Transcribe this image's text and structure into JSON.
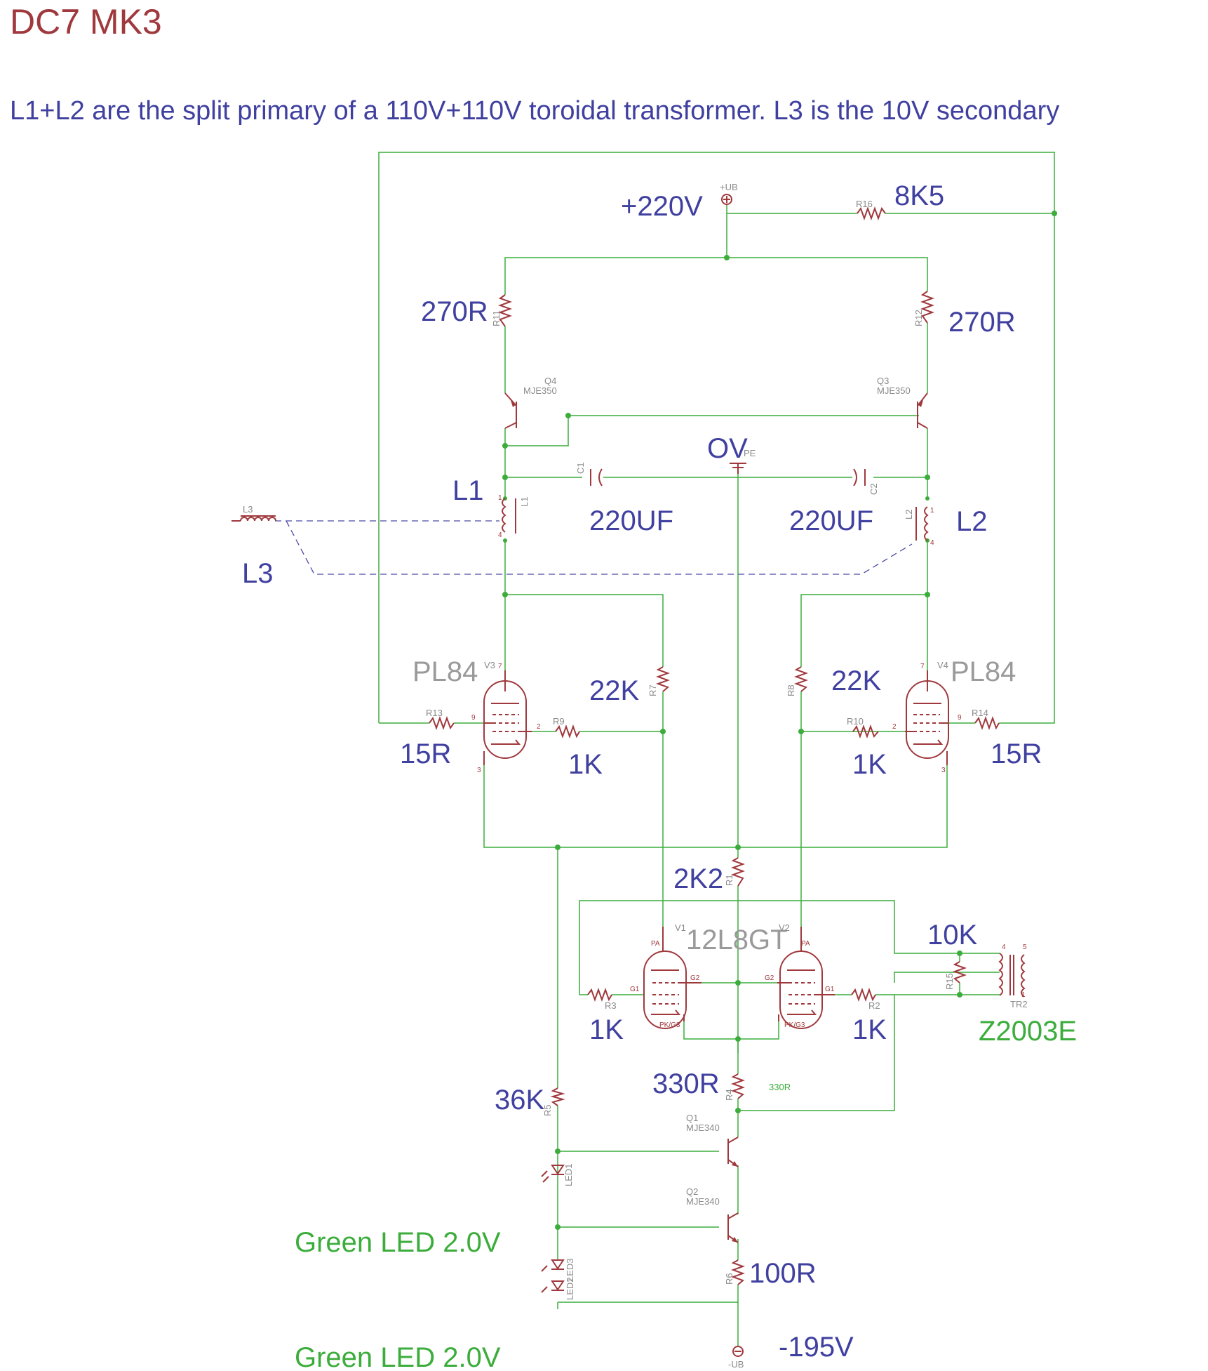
{
  "title": "DC7 MK3",
  "note": "L1+L2 are the split primary of a 110V+110V toroidal transformer. L3 is the 10V secondary",
  "supply": {
    "positive_label": "+220V",
    "positive_ref": "+UB",
    "ground_label": "OV",
    "ground_ref": "PE",
    "negative_label": "-195V",
    "negative_ref": "-UB"
  },
  "resistors": {
    "r16": {
      "ref": "R16",
      "value": "8K5"
    },
    "r11": {
      "ref": "R11",
      "value": "270R"
    },
    "r12": {
      "ref": "R12",
      "value": "270R"
    },
    "r7": {
      "ref": "R7",
      "value": "22K"
    },
    "r8": {
      "ref": "R8",
      "value": "22K"
    },
    "r13": {
      "ref": "R13",
      "value": "15R"
    },
    "r14": {
      "ref": "R14",
      "value": "15R"
    },
    "r9": {
      "ref": "R9",
      "value": "1K"
    },
    "r10": {
      "ref": "R10",
      "value": "1K"
    },
    "r1": {
      "ref": "R1",
      "value": "2K2"
    },
    "r3": {
      "ref": "R3",
      "value": "1K"
    },
    "r2": {
      "ref": "R2",
      "value": "1K"
    },
    "r15": {
      "ref": "R15",
      "value": "10K"
    },
    "r4": {
      "ref": "R4",
      "value": "330R",
      "small_value": "330R"
    },
    "r5": {
      "ref": "R5",
      "value": "36K"
    },
    "r6": {
      "ref": "R6",
      "value": "100R"
    }
  },
  "transistors": {
    "q4": {
      "ref": "Q4",
      "part": "MJE350"
    },
    "q3": {
      "ref": "Q3",
      "part": "MJE350"
    },
    "q1": {
      "ref": "Q1",
      "part": "MJE340"
    },
    "q2": {
      "ref": "Q2",
      "part": "MJE340"
    }
  },
  "capacitors": {
    "c1": {
      "ref": "C1",
      "value": "220UF"
    },
    "c2": {
      "ref": "C2",
      "value": "220UF"
    }
  },
  "inductors": {
    "l1": {
      "ref": "L1",
      "label": "L1"
    },
    "l2": {
      "ref": "L2",
      "label": "L2"
    },
    "l3": {
      "ref": "L3",
      "label": "L3"
    }
  },
  "tubes": {
    "v3": {
      "ref": "V3",
      "type": "PL84"
    },
    "v4": {
      "ref": "V4",
      "type": "PL84"
    },
    "v1": {
      "ref": "V1",
      "type": "12L8GT"
    },
    "v2": {
      "ref": "V2"
    }
  },
  "transformer": {
    "ref": "TR2",
    "part": "Z2003E"
  },
  "leds": {
    "led1": {
      "ref": "LED1",
      "note": "Green LED 2.0V"
    },
    "led2": {
      "ref": "LED2"
    },
    "led3": {
      "ref": "LED3",
      "note": "Green LED 2.0V"
    }
  },
  "pins": {
    "p1": "1",
    "p4": "4",
    "p7": "7",
    "p9": "9",
    "p2": "2",
    "p3": "3",
    "p5": "5",
    "pa": "PA",
    "g1": "G1",
    "g2": "G2",
    "pkg3": "PK/G3"
  },
  "colors": {
    "wire": "#3cad3c",
    "part": "#a0393d",
    "label": "#4040a0",
    "tube_label": "#9a9a9a"
  }
}
